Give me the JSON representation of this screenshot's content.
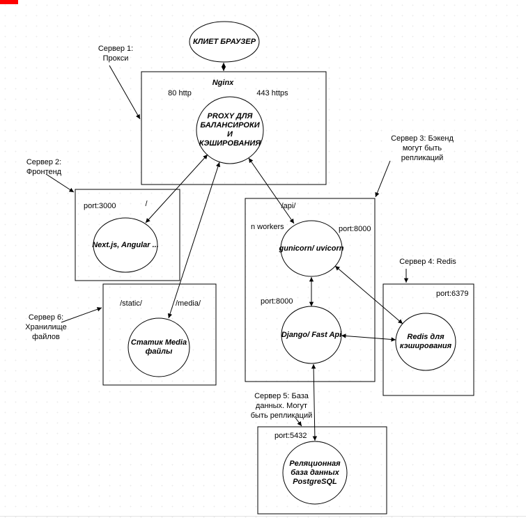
{
  "nodes": {
    "client": {
      "label": "КЛИЕТ БРАУЗЕР"
    },
    "proxy_box": {
      "title": "Nginx",
      "port_http": "80 http",
      "port_https": "443 https"
    },
    "proxy": {
      "label": "PROXY ДЛЯ БАЛАНСИРОКИ И КЭШИРОВАНИЯ"
    },
    "frontend_box": {
      "port": "port:3000",
      "route": "/"
    },
    "frontend": {
      "label": "Next.js, Angular ..."
    },
    "backend_box": {
      "route": "/api/",
      "workers": "n workers",
      "gunicorn_port": "port:8000",
      "django_port": "port:8000"
    },
    "gunicorn": {
      "label": "gunicorn/ uvicorn"
    },
    "django": {
      "label": "Django/ Fast Api"
    },
    "redis_box": {
      "port": "port:6379"
    },
    "redis": {
      "label": "Redis для кэширования"
    },
    "static_box": {
      "route_static": "/static/",
      "route_media": "/media/"
    },
    "static": {
      "label": "Статик Mediа файлы"
    },
    "db_box": {
      "port": "port:5432"
    },
    "db": {
      "label": "Реляционная база данных PostgreSQL"
    }
  },
  "annotations": {
    "server1": "Сервер 1:\nПрокси",
    "server2": "Сервер 2:\nФронтенд",
    "server3": "Сервер 3: Бэкенд\nмогут быть\nрепликаций",
    "server4": "Сервер 4: Redis",
    "server5": "Сервер 5: База\nданных. Могут\nбыть репликаций",
    "server6": "Сервер 6:\nХранилище\nфайлов"
  },
  "colors": {
    "stroke": "#000000",
    "background": "#ffffff",
    "corner_mark": "#ff0000"
  }
}
